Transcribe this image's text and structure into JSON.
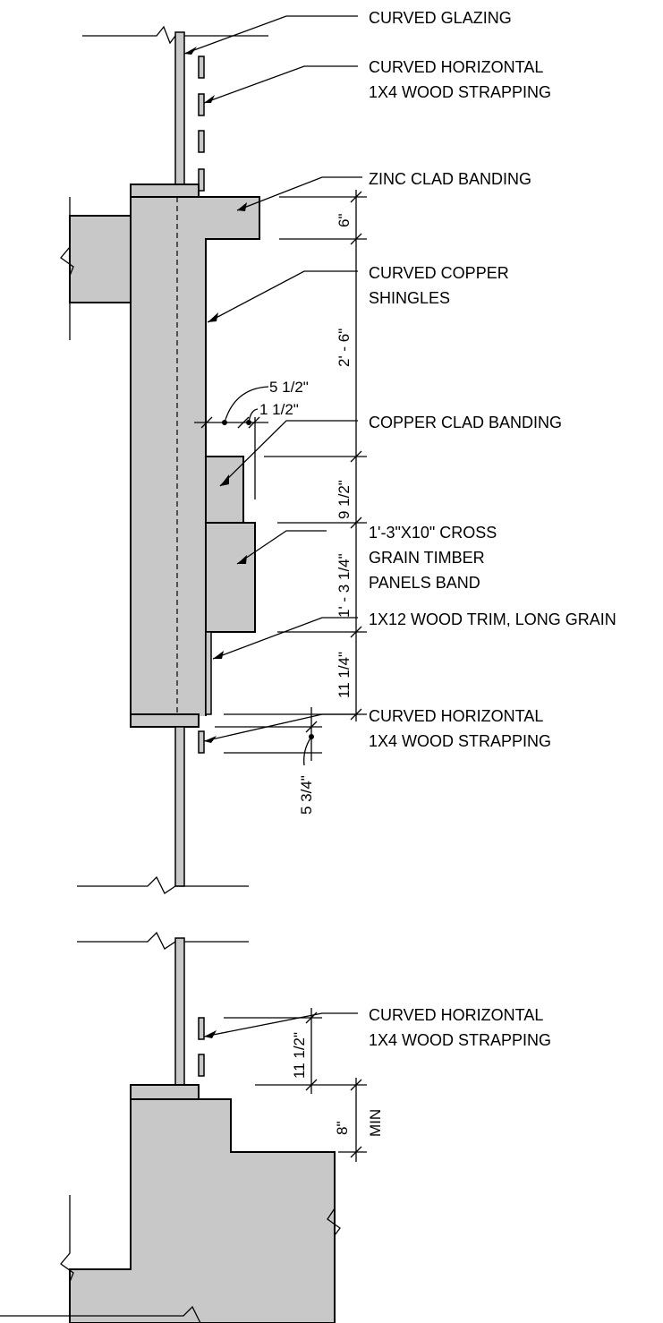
{
  "labels": {
    "curved_glazing": "CURVED GLAZING",
    "strapping_top_1": "CURVED HORIZONTAL",
    "strapping_top_2": "1X4 WOOD STRAPPING",
    "zinc_banding": "ZINC CLAD BANDING",
    "copper_shingles_1": "CURVED COPPER",
    "copper_shingles_2": "SHINGLES",
    "copper_banding": "COPPER CLAD BANDING",
    "timber_panels_1": "1'-3\"X10\" CROSS",
    "timber_panels_2": "GRAIN TIMBER",
    "timber_panels_3": "PANELS BAND",
    "wood_trim": "1X12 WOOD TRIM, LONG GRAIN",
    "strapping_mid_1": "CURVED HORIZONTAL",
    "strapping_mid_2": "1X4 WOOD STRAPPING",
    "strapping_low_1": "CURVED HORIZONTAL",
    "strapping_low_2": "1X4 WOOD STRAPPING"
  },
  "dimensions": {
    "zinc_height": "6\"",
    "shingle_height": "2' - 6\"",
    "copper_band_height": "9 1/2\"",
    "timber_band_height": "1' - 3 1/4\"",
    "trim_height": "11 1/4\"",
    "offset_5_1_2": "5 1/2\"",
    "offset_1_1_2": "1 1/2\"",
    "strap_offset": "5 3/4\"",
    "strap_spacing": "11 1/2\"",
    "base_height": "8\"",
    "base_min": "MIN"
  }
}
